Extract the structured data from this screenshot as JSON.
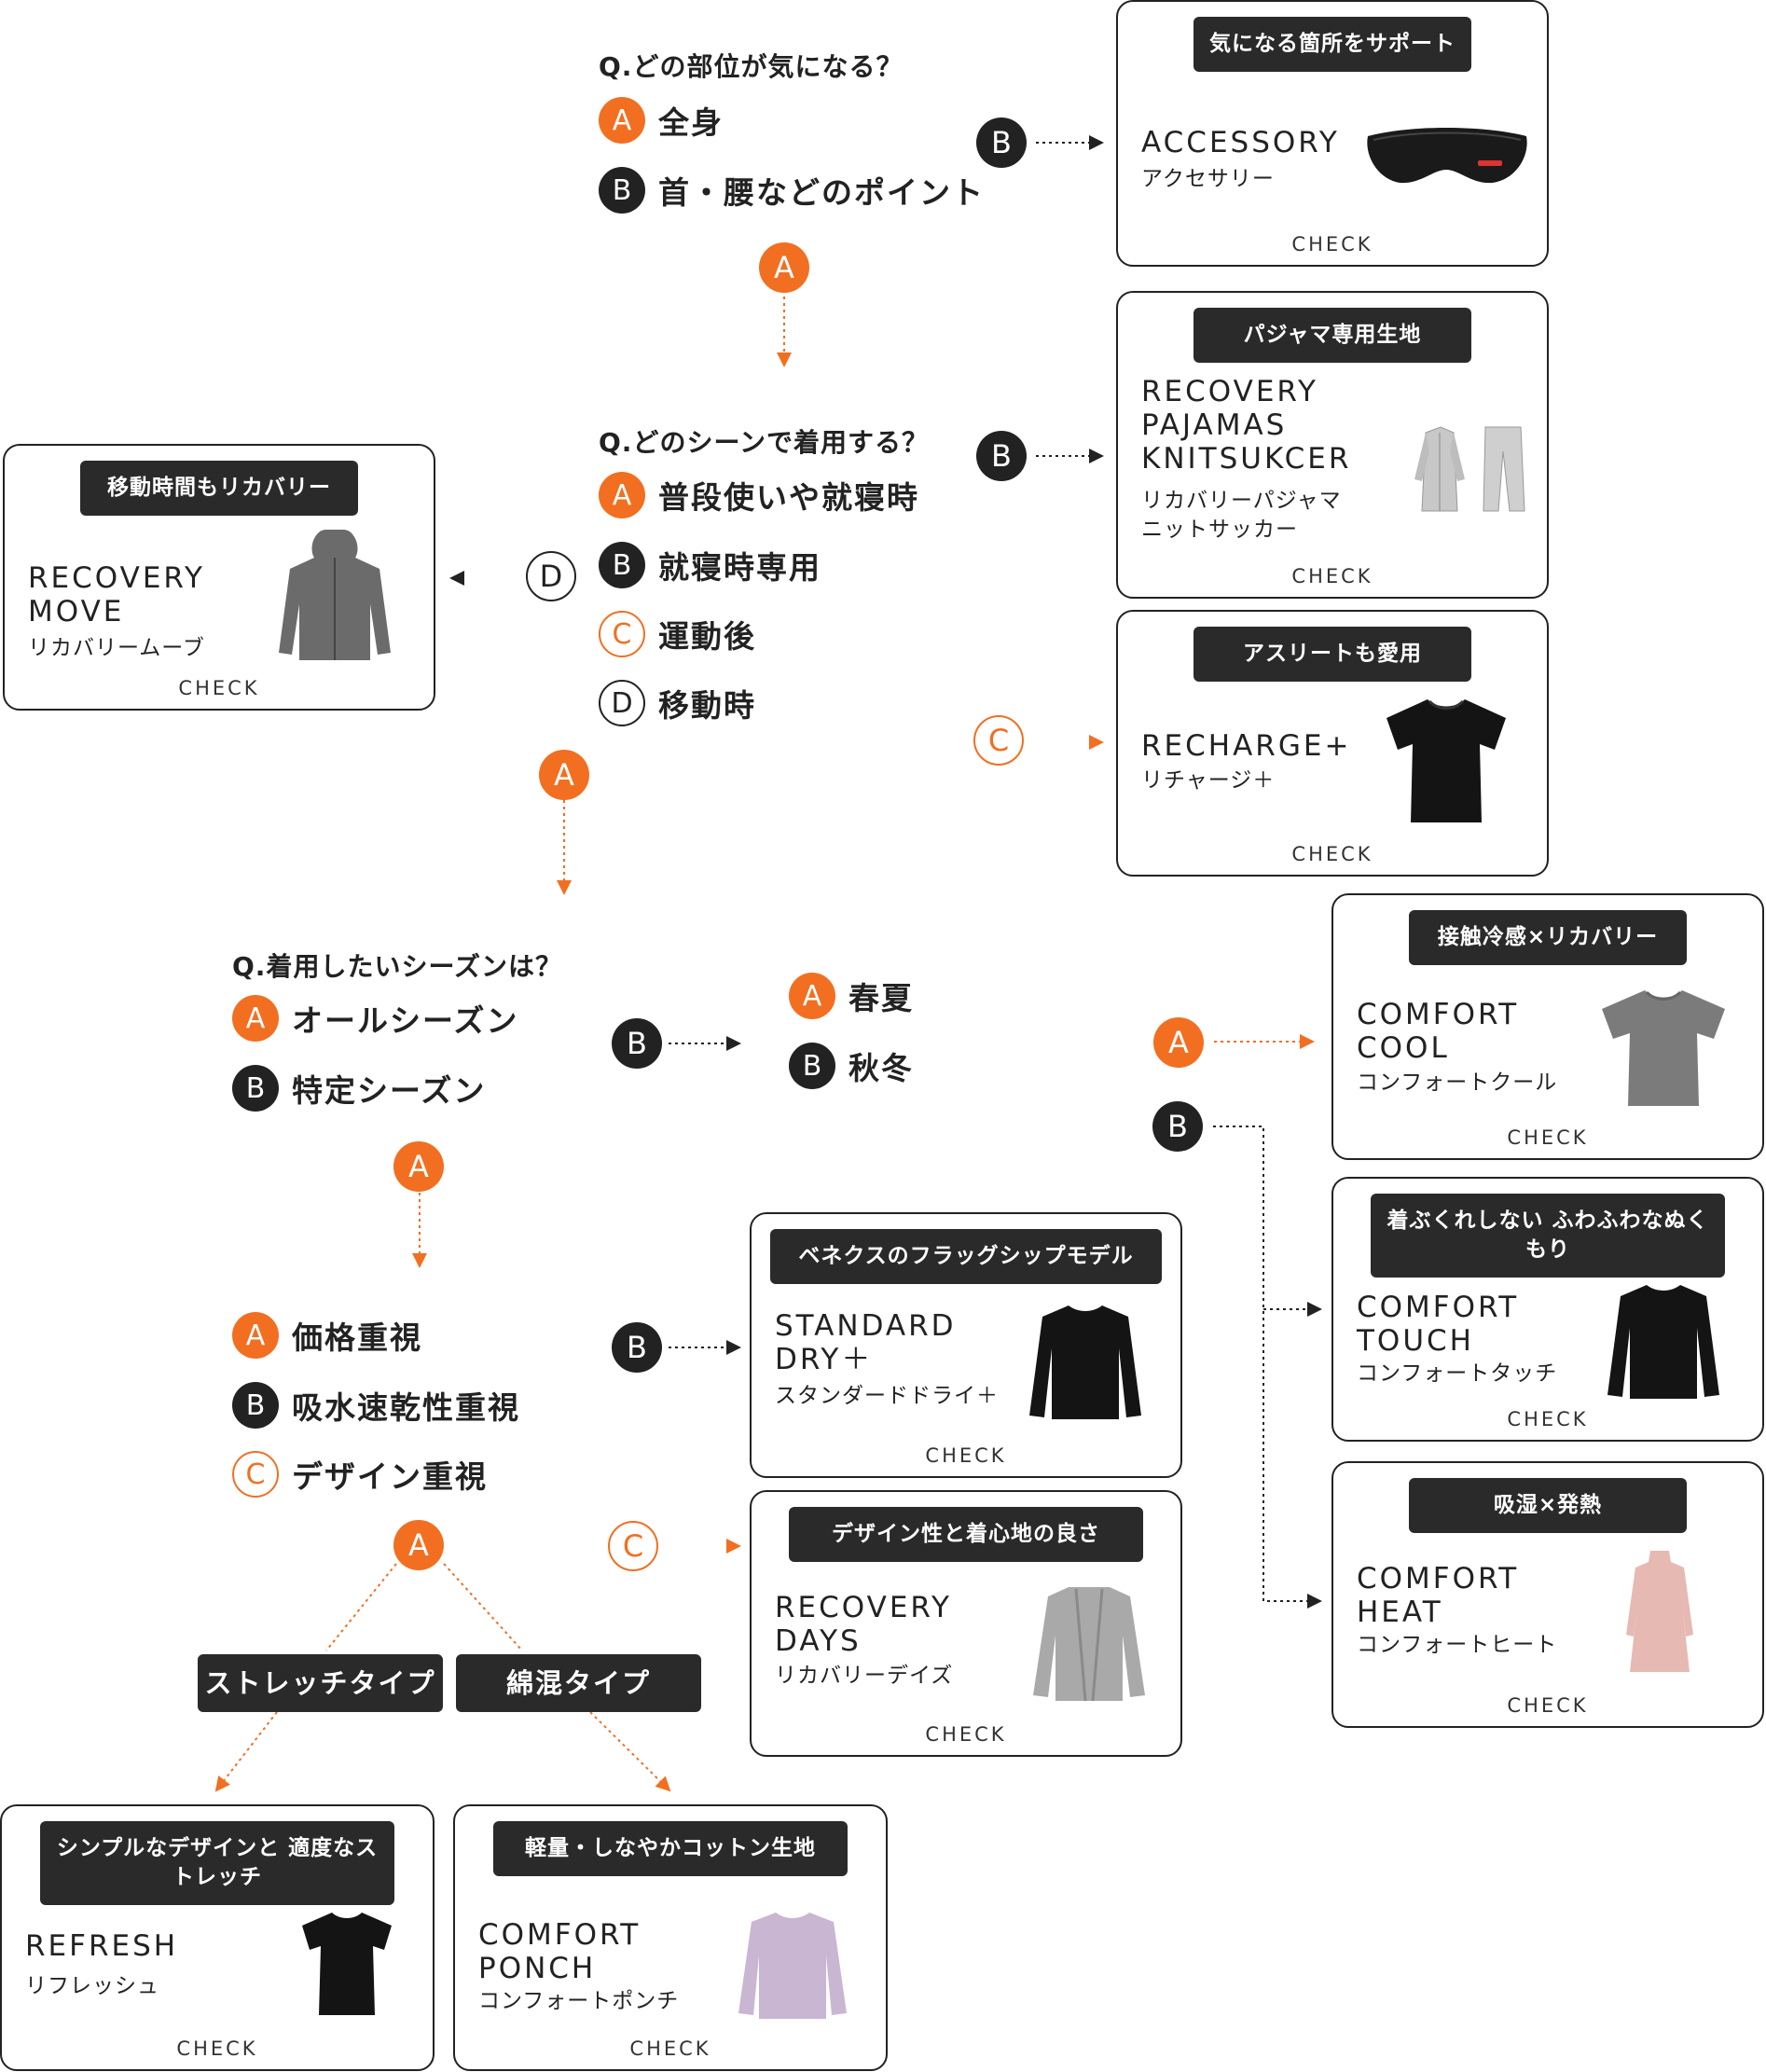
{
  "colors": {
    "accent": "#f26f21",
    "dark": "#222222",
    "border": "#222222"
  },
  "q1": {
    "question": "Q.どの部位が気になる？",
    "options": [
      {
        "badge": "A",
        "label": "全身"
      },
      {
        "badge": "B",
        "label": "首・腰などのポイント"
      }
    ]
  },
  "q2": {
    "question": "Q.どのシーンで着用する？",
    "options": [
      {
        "badge": "A",
        "label": "普段使いや就寝時"
      },
      {
        "badge": "B",
        "label": "就寝時専用"
      },
      {
        "badge": "C",
        "label": "運動後"
      },
      {
        "badge": "D",
        "label": "移動時"
      }
    ]
  },
  "q3": {
    "question": "Q.着用したいシーズンは？",
    "options": [
      {
        "badge": "A",
        "label": "オールシーズン"
      },
      {
        "badge": "B",
        "label": "特定シーズン"
      }
    ]
  },
  "q4": {
    "options": [
      {
        "badge": "A",
        "label": "春夏"
      },
      {
        "badge": "B",
        "label": "秋冬"
      }
    ]
  },
  "q5": {
    "options": [
      {
        "badge": "A",
        "label": "価格重視"
      },
      {
        "badge": "B",
        "label": "吸水速乾性重視"
      },
      {
        "badge": "C",
        "label": "デザイン重視"
      }
    ]
  },
  "types": {
    "stretch": "ストレッチタイプ",
    "blend": "綿混タイプ"
  },
  "connectors": {
    "a": "A",
    "b": "B",
    "c": "C",
    "d": "D"
  },
  "cards": {
    "accessory": {
      "tag": "気になる箇所をサポート",
      "name": "ACCESSORY",
      "kana": "アクセサリー",
      "check": "CHECK",
      "image": "eye-mask"
    },
    "pajamas": {
      "tag": "パジャマ専用生地",
      "name": "RECOVERY\nPAJAMAS\nKNITSUKCER",
      "kana": "リカバリーパジャマ\nニットサッカー",
      "check": "CHECK",
      "image": "pajama-set"
    },
    "recharge": {
      "tag": "アスリートも愛用",
      "name": "RECHARGE+",
      "kana": "リチャージ＋",
      "check": "CHECK",
      "image": "black-tshirt"
    },
    "move": {
      "tag": "移動時間もリカバリー",
      "name": "RECOVERY\nMOVE",
      "kana": "リカバリームーブ",
      "check": "CHECK",
      "image": "grey-hoodie"
    },
    "cool": {
      "tag": "接触冷感×リカバリー",
      "name": "COMFORT\nCOOL",
      "kana": "コンフォートクール",
      "check": "CHECK",
      "image": "grey-tshirt"
    },
    "touch": {
      "tag": "着ぶくれしない\nふわふわなぬくもり",
      "name": "COMFORT\nTOUCH",
      "kana": "コンフォートタッチ",
      "check": "CHECK",
      "image": "black-longsleeve"
    },
    "heat": {
      "tag": "吸湿×発熱",
      "name": "COMFORT\nHEAT",
      "kana": "コンフォートヒート",
      "check": "CHECK",
      "image": "pink-dress"
    },
    "standard": {
      "tag": "ベネクスのフラッグシップモデル",
      "name": "STANDARD\nDRY＋",
      "kana": "スタンダードドライ＋",
      "check": "CHECK",
      "image": "black-longsleeve"
    },
    "days": {
      "tag": "デザイン性と着心地の良さ",
      "name": "RECOVERY\nDAYS",
      "kana": "リカバリーデイズ",
      "check": "CHECK",
      "image": "grey-cardigan"
    },
    "refresh": {
      "tag": "シンプルなデザインと\n適度なストレッチ",
      "name": "REFRESH",
      "kana": "リフレッシュ",
      "check": "CHECK",
      "image": "black-tshirt"
    },
    "ponch": {
      "tag": "軽量・しなやかコットン生地",
      "name": "COMFORT\nPONCH",
      "kana": "コンフォートポンチ",
      "check": "CHECK",
      "image": "lavender-longsleeve"
    }
  }
}
